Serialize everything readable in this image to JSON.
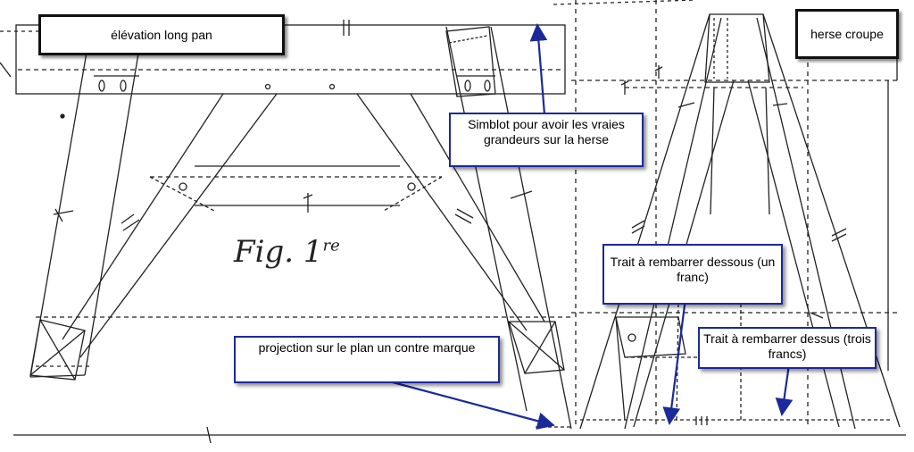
{
  "labels": {
    "elevation": "élévation long pan",
    "herse": "herse croupe",
    "simblot": "Simblot pour avoir les vraies grandeurs sur la herse",
    "dessous": "Trait à rembarrer dessous (un franc)",
    "dessus": "Trait à rembarrer dessus (trois francs)",
    "projection": "projection sur le plan un contre marque"
  },
  "figure": {
    "text": "Fig. 1",
    "superscript": "re"
  },
  "colors": {
    "arrow": "#1a2a9a",
    "ink": "#222222",
    "frame": "#111111"
  }
}
